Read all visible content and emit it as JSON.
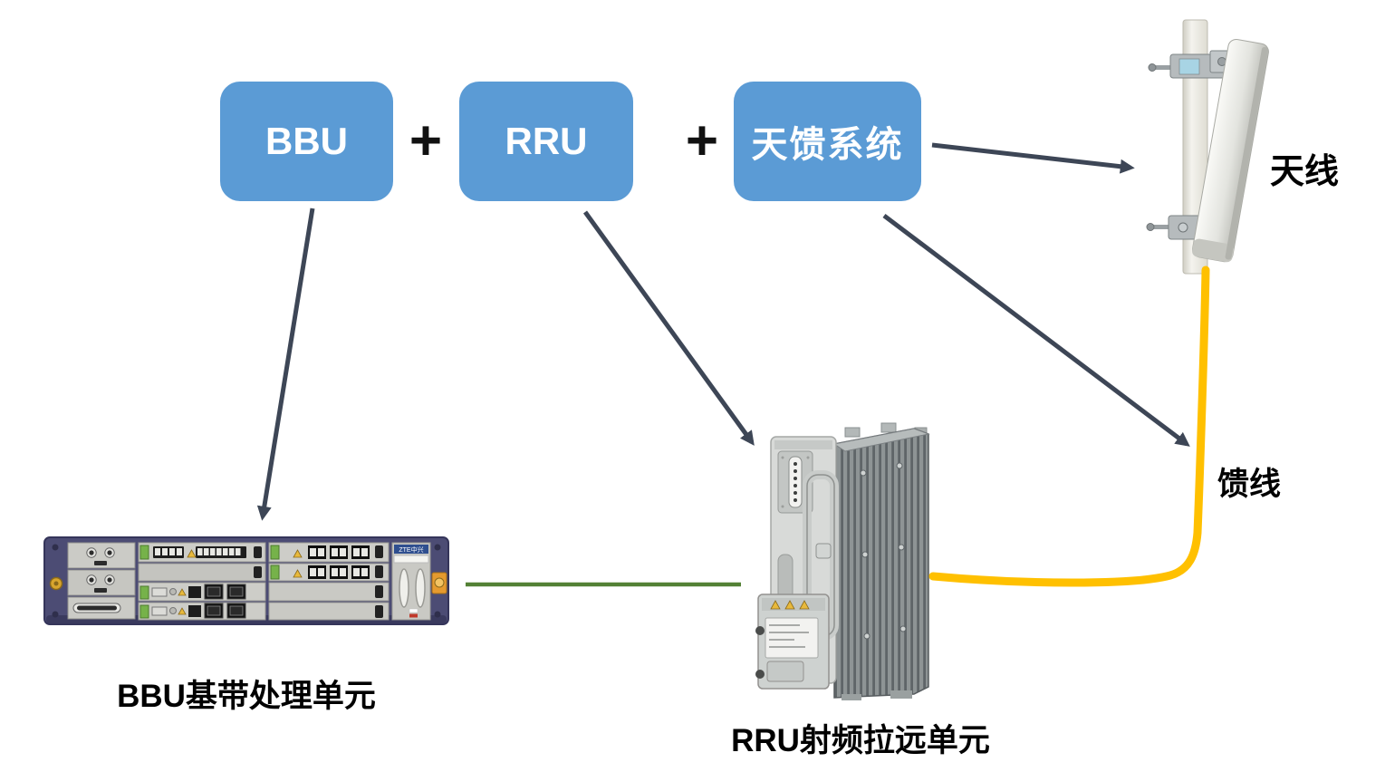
{
  "palette": {
    "background": "#ffffff",
    "node_fill": "#5B9BD5",
    "node_text": "#ffffff",
    "connector": "#3D4656",
    "feeder": "#FFC000",
    "fiber": "#538135",
    "caption_text": "#000000"
  },
  "formula": {
    "operator": "+",
    "nodes": [
      {
        "id": "bbu",
        "label": "BBU"
      },
      {
        "id": "rru",
        "label": "RRU"
      },
      {
        "id": "antenna_feeder_system",
        "label": "天馈系统"
      }
    ]
  },
  "captions": {
    "antenna": "天线",
    "feeder": "馈线",
    "bbu_unit": "BBU基带处理单元",
    "rru_unit": "RRU射频拉远单元"
  },
  "equipment": {
    "bbu_logo": "ZTE中兴"
  },
  "edges": [
    {
      "from": "BBU",
      "to": "BBU基带处理单元",
      "type": "arrow"
    },
    {
      "from": "RRU",
      "to": "RRU射频拉远单元",
      "type": "arrow"
    },
    {
      "from": "天馈系统",
      "to": "天线",
      "type": "arrow"
    },
    {
      "from": "天馈系统",
      "to": "馈线",
      "type": "arrow"
    },
    {
      "from": "BBU基带处理单元",
      "to": "RRU射频拉远单元",
      "type": "line",
      "color": "#538135"
    },
    {
      "from": "RRU射频拉远单元",
      "to": "天线",
      "type": "cable",
      "color": "#FFC000",
      "label": "馈线"
    }
  ]
}
